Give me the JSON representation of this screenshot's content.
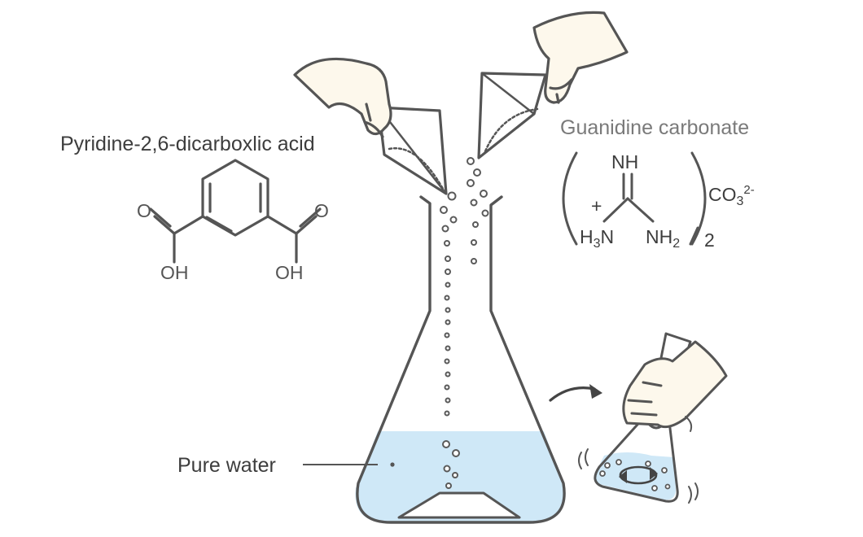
{
  "labels": {
    "pyridine_name": "Pyridine-2,6-dicarboxlic acid",
    "guanidine_name": "Guanidine carbonate",
    "pure_water": "Pure water"
  },
  "pyridine_structure": {
    "oxygen_left": "O",
    "oxygen_right": "O",
    "hydroxyl_left": "OH",
    "hydroxyl_right": "OH"
  },
  "guanidine_structure": {
    "imine": "NH",
    "charge": "+",
    "amine_left_prefix": "H",
    "amine_left_sub": "3",
    "amine_left_suffix": "N",
    "amine_right_prefix": "NH",
    "amine_right_sub": "2",
    "stoichiometry": "2",
    "anion_prefix": "CO",
    "anion_sub": "3",
    "anion_charge": "2-"
  },
  "colors": {
    "stroke": "#555555",
    "water": "#cfe8f7",
    "skin": "#fdf8ec",
    "paper": "#ffffff",
    "powder_line": "#666666",
    "label_dark": "#3d3d3d",
    "label_grey": "#7a7a7a"
  }
}
